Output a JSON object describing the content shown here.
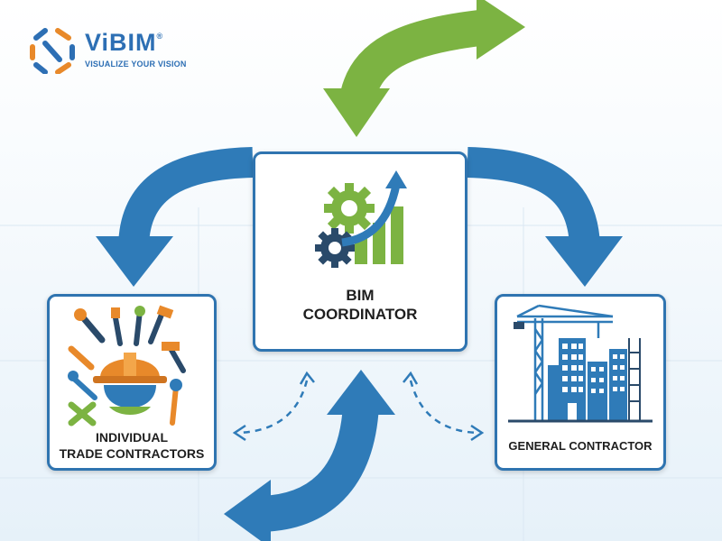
{
  "logo": {
    "name": "ViBIM",
    "registered": "®",
    "tagline": "VISUALIZE YOUR VISION"
  },
  "nodes": {
    "coordinator": {
      "line1": "BIM",
      "line2": "COORDINATOR"
    },
    "trades": {
      "line1": "INDIVIDUAL",
      "line2": "TRADE CONTRACTORS"
    },
    "general": {
      "line1": "GENERAL CONTRACTOR"
    }
  },
  "colors": {
    "blue": "#2f7bb8",
    "green": "#7cb342",
    "orange": "#e8892a",
    "dark": "#2a4a6a"
  }
}
